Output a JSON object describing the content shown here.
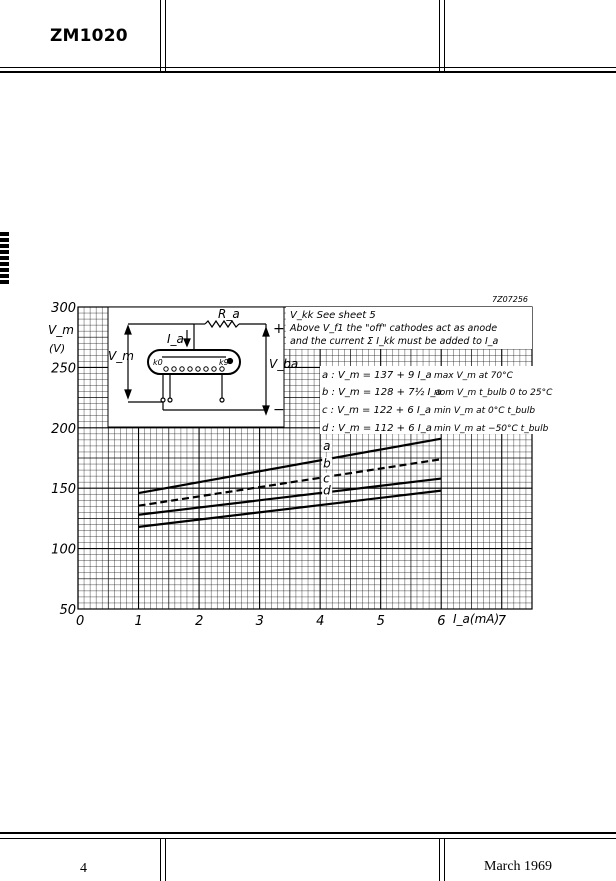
{
  "header": {
    "type_number": "ZM1020"
  },
  "footer": {
    "page_number": "4",
    "date": "March 1969"
  },
  "chart_data": {
    "type": "line",
    "title": "",
    "figure_code": "7Z07256",
    "xlabel": "I_a(mA)",
    "ylabel": "V_m",
    "yunit": "(V)",
    "xlim": [
      0,
      7
    ],
    "ylim": [
      50,
      300
    ],
    "x_ticks": [
      "0",
      "1",
      "2",
      "3",
      "4",
      "5",
      "6",
      "7"
    ],
    "y_ticks": [
      "50",
      "100",
      "150",
      "200",
      "250",
      "300"
    ],
    "grid": true,
    "series": [
      {
        "name": "a",
        "x": [
          1,
          6
        ],
        "values": [
          146,
          191
        ],
        "dash": false,
        "equation": "a : V_m = 137 + 9 I_a",
        "condition": "max V_m at 70°C"
      },
      {
        "name": "b",
        "x": [
          1,
          6
        ],
        "values": [
          135.5,
          174
        ],
        "dash": true,
        "equation": "b : V_m = 128 + 7½ I_a",
        "condition": "nom V_m t_bulb 0 to 25°C"
      },
      {
        "name": "c",
        "x": [
          1,
          6
        ],
        "values": [
          128,
          158
        ],
        "dash": false,
        "equation": "c : V_m = 122 + 6 I_a",
        "condition": "min V_m at 0°C t_bulb"
      },
      {
        "name": "d",
        "x": [
          1,
          6
        ],
        "values": [
          118,
          148
        ],
        "dash": false,
        "equation": "d : V_m = 112 + 6 I_a",
        "condition": "min V_m at −50°C t_bulb"
      }
    ],
    "notes": {
      "vkk": "V_kk See sheet 5",
      "line1": "Above V_f1 the \"off\" cathodes act as anode",
      "line2": "and the current Σ I_kk must be added to I_a"
    },
    "inset": {
      "ra": "R_a",
      "ia": "I_a",
      "vm": "V_m",
      "vba": "V_ba",
      "k0": "k0",
      "k9": "k9",
      "plus": "+",
      "minus": "−"
    }
  }
}
